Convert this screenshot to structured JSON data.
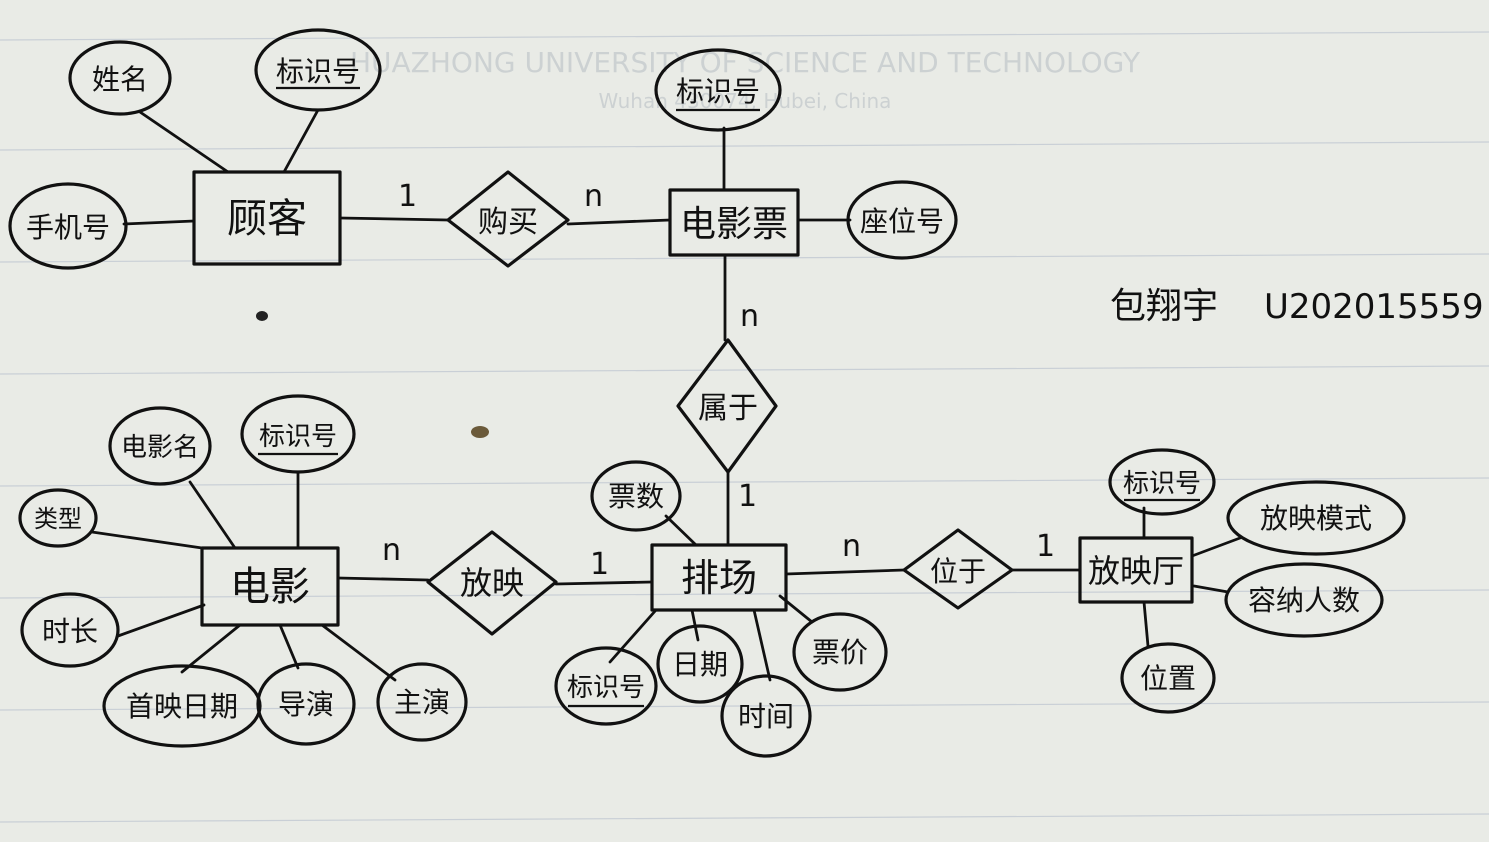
{
  "entities": {
    "customer": "顾客",
    "ticket": "电影票",
    "movie": "电影",
    "screening": "排场",
    "hall": "放映厅"
  },
  "relationships": {
    "buy": "购买",
    "belong": "属于",
    "show": "放映",
    "located": "位于"
  },
  "attributes": {
    "customer_name": "姓名",
    "customer_id": "标识号",
    "customer_phone": "手机号",
    "ticket_id": "标识号",
    "ticket_seat": "座位号",
    "movie_name": "电影名",
    "movie_id": "标识号",
    "movie_type": "类型",
    "movie_duration": "时长",
    "movie_premiere": "首映日期",
    "movie_director": "导演",
    "movie_lead": "主演",
    "screening_tickets": "票数",
    "screening_id": "标识号",
    "screening_date": "日期",
    "screening_time": "时间",
    "screening_price": "票价",
    "hall_id": "标识号",
    "hall_mode": "放映模式",
    "hall_capacity": "容纳人数",
    "hall_location": "位置"
  },
  "cardinalities": {
    "buy_customer": "1",
    "buy_ticket": "n",
    "belong_ticket": "n",
    "belong_screening": "1",
    "show_movie": "n",
    "show_screening": "1",
    "located_screening": "n",
    "located_hall": "1"
  },
  "author": {
    "name": "包翔宇",
    "id": "U202015559"
  },
  "watermark": {
    "line1": "HUAZHONG UNIVERSITY OF SCIENCE AND TECHNOLOGY",
    "line2": "Wuhan 430074, Hubei, China"
  }
}
